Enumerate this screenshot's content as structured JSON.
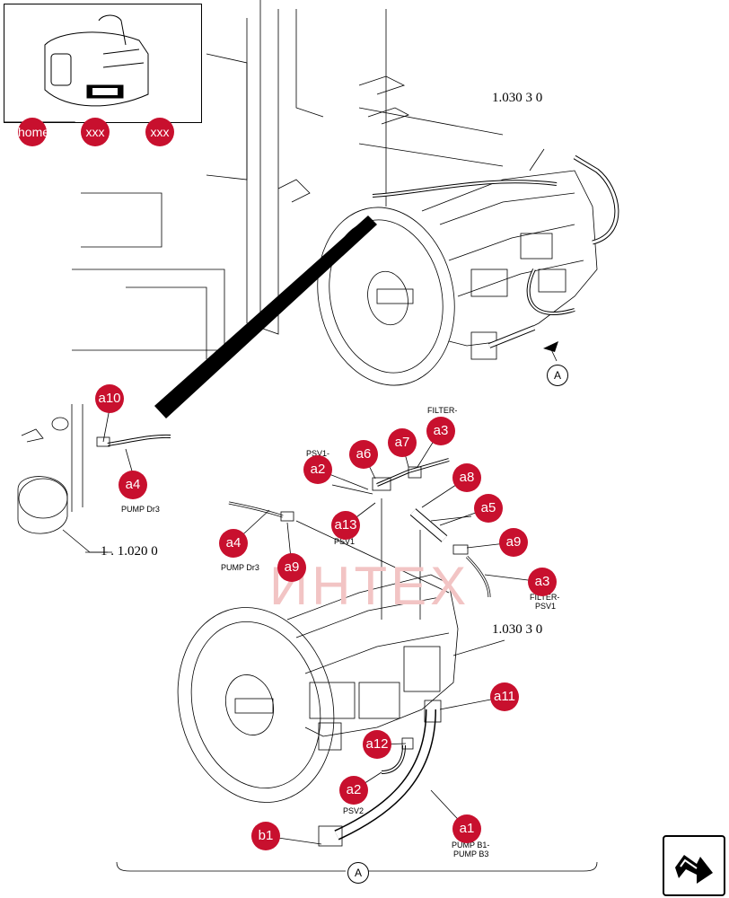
{
  "nav": {
    "home_label": "home",
    "prev_label": "xxx",
    "next_label": "xxx"
  },
  "callouts": [
    {
      "id": "a10",
      "label": "a10"
    },
    {
      "id": "a4-top",
      "label": "a4"
    },
    {
      "id": "a3-top",
      "label": "a3"
    },
    {
      "id": "a7",
      "label": "a7"
    },
    {
      "id": "a6",
      "label": "a6"
    },
    {
      "id": "a2-top",
      "label": "a2"
    },
    {
      "id": "a8",
      "label": "a8"
    },
    {
      "id": "a5",
      "label": "a5"
    },
    {
      "id": "a13",
      "label": "a13"
    },
    {
      "id": "a9-right",
      "label": "a9"
    },
    {
      "id": "a4-mid",
      "label": "a4"
    },
    {
      "id": "a9-mid",
      "label": "a9"
    },
    {
      "id": "a3-right",
      "label": "a3"
    },
    {
      "id": "a11",
      "label": "a11"
    },
    {
      "id": "a12",
      "label": "a12"
    },
    {
      "id": "a2-bottom",
      "label": "a2"
    },
    {
      "id": "a1",
      "label": "a1"
    },
    {
      "id": "b1",
      "label": "b1"
    }
  ],
  "references": {
    "ref_top": "1.030  3  0",
    "ref_mid": "1.030  3  0",
    "ref_left": "1 . 1.020  0",
    "view_marker": "A"
  },
  "hose_labels": {
    "filter_top": "FILTER-",
    "psv_top": "PSV1-",
    "pump_dr3_left": "PUMP Dr3",
    "pump_dr3_mid": "PUMP Dr3",
    "psv1_right_line1": "FILTER-",
    "psv1_right_line2": "PSV1",
    "psv1_mid": "PSV1",
    "psv2": "PSV2",
    "pump_b3_line1": "PUMP B1-",
    "pump_b3_line2": "PUMP B3"
  },
  "watermark": "ИНТЕХ",
  "colors": {
    "callout_fill": "#c8102e",
    "line": "#000000",
    "watermark": "#f2c4c4"
  }
}
